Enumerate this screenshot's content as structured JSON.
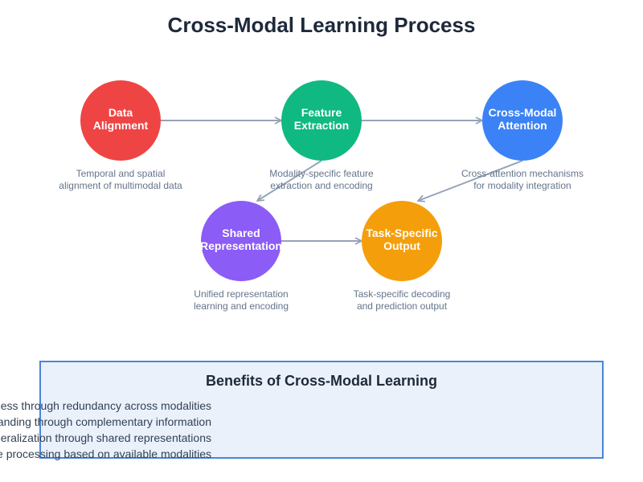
{
  "title": "Cross-Modal Learning Process",
  "colors": {
    "arrow": "#94a3b8",
    "box_fill": "#eaf1fb",
    "box_stroke": "#4a86d8"
  },
  "nodes": [
    {
      "id": "data-alignment",
      "line1": "Data",
      "line2": "Alignment",
      "color": "#ef4444",
      "desc1": "Temporal and spatial",
      "desc2": "alignment of multimodal data"
    },
    {
      "id": "feature-extraction",
      "line1": "Feature",
      "line2": "Extraction",
      "color": "#10b981",
      "desc1": "Modality-specific feature",
      "desc2": "extraction and encoding"
    },
    {
      "id": "cross-modal-attention",
      "line1": "Cross-Modal",
      "line2": "Attention",
      "color": "#3b82f6",
      "desc1": "Cross-attention mechanisms",
      "desc2": "for modality integration"
    },
    {
      "id": "shared-representation",
      "line1": "Shared",
      "line2": "Representation",
      "color": "#8b5cf6",
      "desc1": "Unified representation",
      "desc2": "learning and encoding"
    },
    {
      "id": "task-specific-output",
      "line1": "Task-Specific",
      "line2": "Output",
      "color": "#f59e0b",
      "desc1": "Task-specific decoding",
      "desc2": "and prediction output"
    }
  ],
  "edges": [
    {
      "from": "data-alignment",
      "to": "feature-extraction"
    },
    {
      "from": "feature-extraction",
      "to": "cross-modal-attention"
    },
    {
      "from": "feature-extraction",
      "to": "shared-representation"
    },
    {
      "from": "cross-modal-attention",
      "to": "task-specific-output"
    },
    {
      "from": "shared-representation",
      "to": "task-specific-output"
    }
  ],
  "benefits": {
    "title": "Benefits of Cross-Modal Learning",
    "items": [
      "Enhanced robustness through redundancy across modalities",
      "Richer understanding through complementary information",
      "Improved generalization through shared representations",
      "Flexible processing based on available modalities"
    ]
  }
}
